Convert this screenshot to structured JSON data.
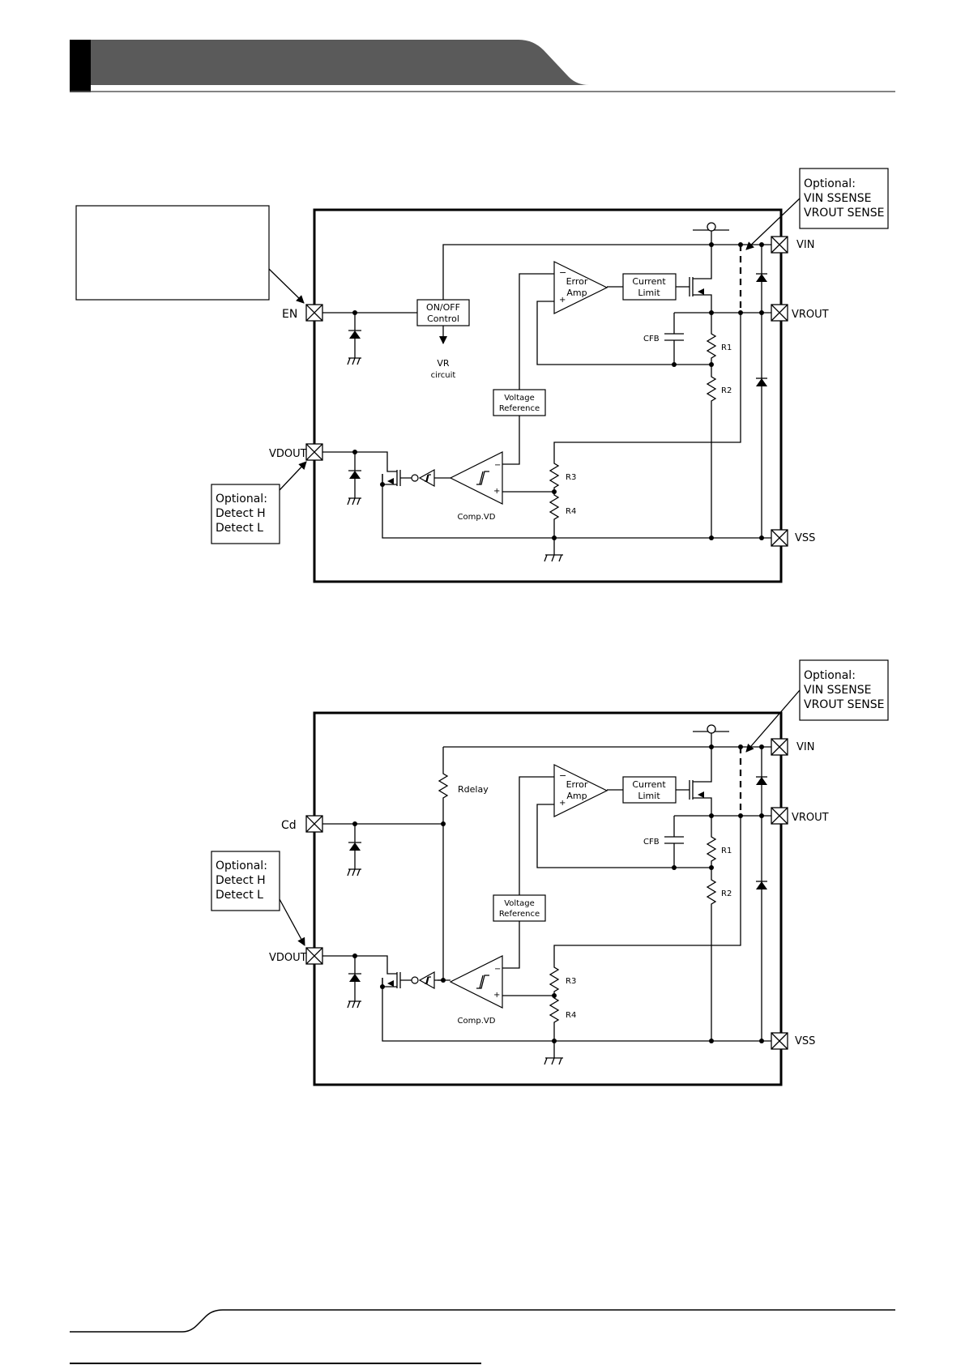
{
  "colors": {
    "header_bar": "#5a5a5a",
    "header_accent": "#000000",
    "line": "#000000",
    "background": "#ffffff"
  },
  "upper": {
    "callout_text": "",
    "pins": {
      "en": "EN",
      "vin": "VIN",
      "vrout": "VROUT",
      "vdout": "VDOUT",
      "vss": "VSS"
    },
    "blocks": {
      "onoff_1": "ON/OFF",
      "onoff_2": "Control",
      "vr_1": "VR",
      "vr_2": "circuit"
    },
    "opt_sense": [
      "Optional:",
      "VIN SSENSE",
      "VROUT SENSE"
    ],
    "opt_detect": [
      "Optional:",
      "Detect H",
      "Detect L"
    ]
  },
  "lower": {
    "pins": {
      "cd": "Cd",
      "vin": "VIN",
      "vrout": "VROUT",
      "vdout": "VDOUT",
      "vss": "VSS"
    },
    "rdelay": "Rdelay",
    "opt_sense": [
      "Optional:",
      "VIN SSENSE",
      "VROUT SENSE"
    ],
    "opt_detect": [
      "Optional:",
      "Detect H",
      "Detect L"
    ]
  },
  "common": {
    "err_amp_1": "Error",
    "err_amp_2": "Amp",
    "cur_limit_1": "Current",
    "cur_limit_2": "Limit",
    "vref_1": "Voltage",
    "vref_2": "Reference",
    "cfb": "CFB",
    "r1": "R1",
    "r2": "R2",
    "r3": "R3",
    "r4": "R4",
    "comp": "Comp.VD",
    "minus": "−",
    "plus": "+"
  }
}
